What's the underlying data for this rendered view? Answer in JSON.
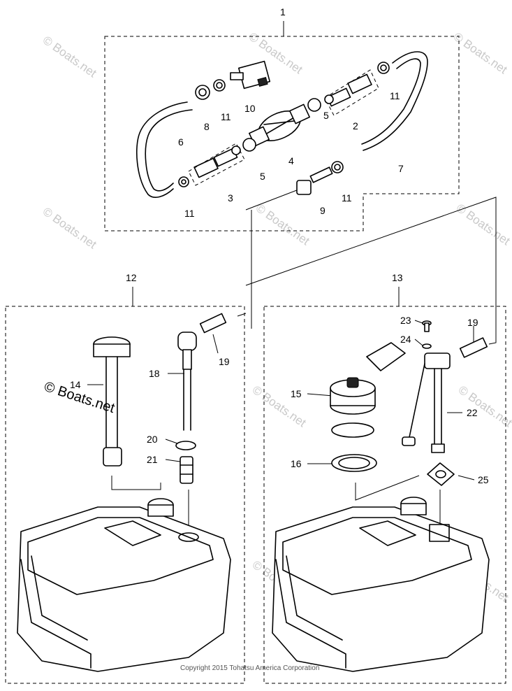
{
  "callouts": {
    "c1": "1",
    "c2": "2",
    "c3": "3",
    "c4": "4",
    "c5a": "5",
    "c5b": "5",
    "c6": "6",
    "c7": "7",
    "c8": "8",
    "c9": "9",
    "c10": "10",
    "c11a": "11",
    "c11b": "11",
    "c11c": "11",
    "c11d": "11",
    "c12": "12",
    "c13": "13",
    "c14": "14",
    "c15": "15",
    "c16": "16",
    "c18": "18",
    "c19a": "19",
    "c19b": "19",
    "c20": "20",
    "c21": "21",
    "c22": "22",
    "c23": "23",
    "c24": "24",
    "c25": "25"
  },
  "watermark": {
    "text": "© Boats.net",
    "prominent": "© Boats.net"
  },
  "copyright": "Copyright 2015 Tohatsu America Corporation"
}
